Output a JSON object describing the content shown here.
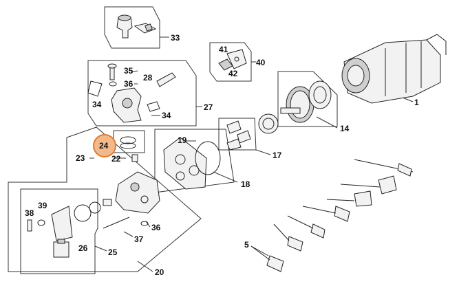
{
  "callouts": {
    "c1": "1",
    "c5": "5",
    "c14": "14",
    "c17": "17",
    "c18": "18",
    "c19": "19",
    "c20": "20",
    "c22": "22",
    "c23": "23",
    "c24": "24",
    "c25": "25",
    "c26": "26",
    "c27": "27",
    "c28": "28",
    "c33": "33",
    "c34a": "34",
    "c34b": "34",
    "c35": "35",
    "c36a": "36",
    "c36b": "36",
    "c37": "37",
    "c38": "38",
    "c39": "39",
    "c40": "40",
    "c41": "41",
    "c42": "42"
  },
  "highlighted_part": "24",
  "colors": {
    "highlight_fill": "#f2b98c",
    "highlight_stroke": "#e37a2e",
    "line": "#222222"
  }
}
